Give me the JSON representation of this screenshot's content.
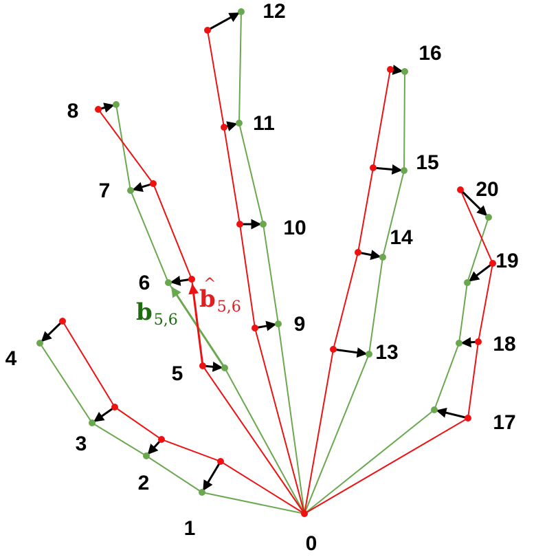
{
  "colors": {
    "predicted": "#ee1111",
    "ground_truth": "#6aa84f",
    "arrow": "#000000",
    "label_gt": "#1e6b12",
    "label_pred": "#e02020",
    "labels": "#000000"
  },
  "joint_labels": [
    "0",
    "1",
    "2",
    "3",
    "4",
    "5",
    "6",
    "7",
    "8",
    "9",
    "10",
    "11",
    "12",
    "13",
    "14",
    "15",
    "16",
    "17",
    "18",
    "19",
    "20"
  ],
  "vector_labels": {
    "gt_base": "b",
    "gt_sub": "5,6",
    "pred_base": "b",
    "pred_hat": "^",
    "pred_sub": "5,6"
  },
  "edges": [
    [
      0,
      1
    ],
    [
      1,
      2
    ],
    [
      2,
      3
    ],
    [
      3,
      4
    ],
    [
      0,
      5
    ],
    [
      5,
      6
    ],
    [
      6,
      7
    ],
    [
      7,
      8
    ],
    [
      0,
      9
    ],
    [
      9,
      10
    ],
    [
      10,
      11
    ],
    [
      11,
      12
    ],
    [
      0,
      13
    ],
    [
      13,
      14
    ],
    [
      14,
      15
    ],
    [
      15,
      16
    ],
    [
      0,
      17
    ],
    [
      17,
      18
    ],
    [
      18,
      19
    ],
    [
      19,
      20
    ]
  ]
}
